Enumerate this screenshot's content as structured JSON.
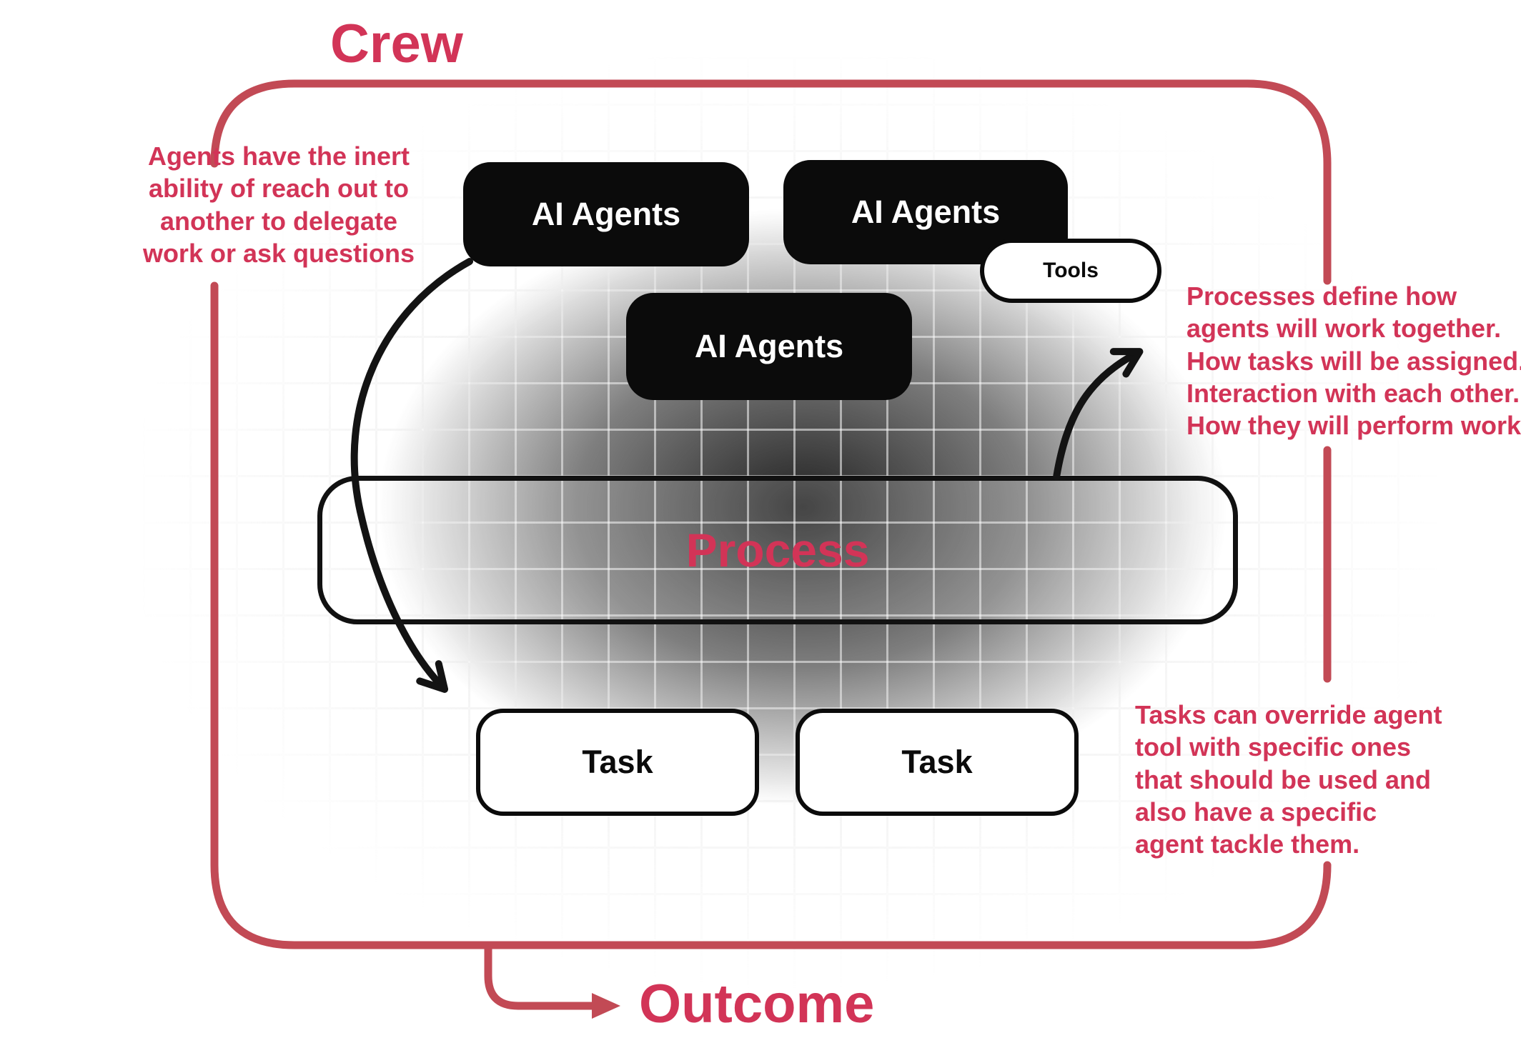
{
  "colors": {
    "accent_text": "#d23457",
    "accent_border": "#c24a55",
    "box_black": "#0b0b0b"
  },
  "crew": {
    "label": "Crew"
  },
  "diagram": {
    "agents": [
      {
        "label": "AI Agents"
      },
      {
        "label": "AI Agents"
      },
      {
        "label": "AI Agents"
      }
    ],
    "tools": {
      "label": "Tools"
    },
    "process": {
      "label": "Process"
    },
    "tasks": [
      {
        "label": "Task"
      },
      {
        "label": "Task"
      }
    ]
  },
  "annotations": {
    "left": "Agents have the inert\nability of reach out to\nanother to delegate\nwork or ask questions",
    "right_top": "Processes define how\nagents will work together.\nHow tasks will be assigned.\nInteraction with each other.\nHow they will perform work.",
    "right_bottom": "Tasks can override agent\ntool with specific ones\nthat should be used and\nalso have a specific\nagent tackle them."
  },
  "outcome": {
    "label": "Outcome"
  }
}
